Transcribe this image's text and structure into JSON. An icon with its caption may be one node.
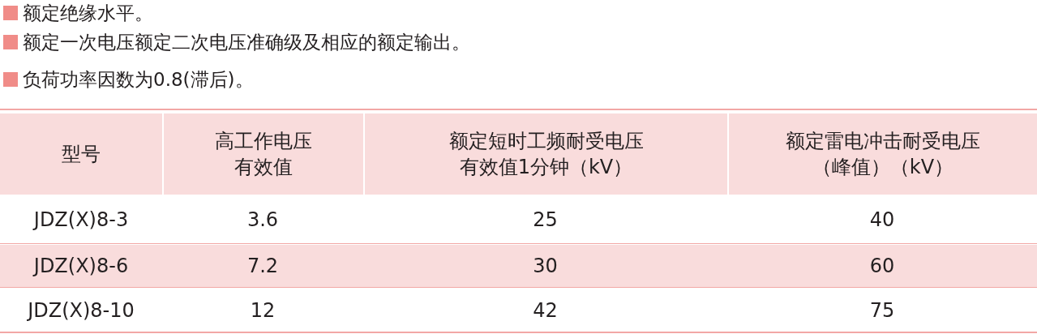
{
  "diagram": {
    "labels": [
      "额定绝缘水平。",
      "额定一次电压额定二次电压准确级及相应的额定输出。",
      "负荷功率因数为0.8(滞后)。",
      "型号",
      "高工作电压有效值",
      "额定短时工频耐受电压有效值1分钟（kV）",
      "额定雷电冲击耐受电压（峰值）（kV）",
      "JDZ(X)8-3",
      "3.6",
      "25",
      "40",
      "JDZ(X)8-6",
      "7.2",
      "30",
      "60",
      "JDZ(X)8-10",
      "12",
      "42",
      "75"
    ]
  }
}
